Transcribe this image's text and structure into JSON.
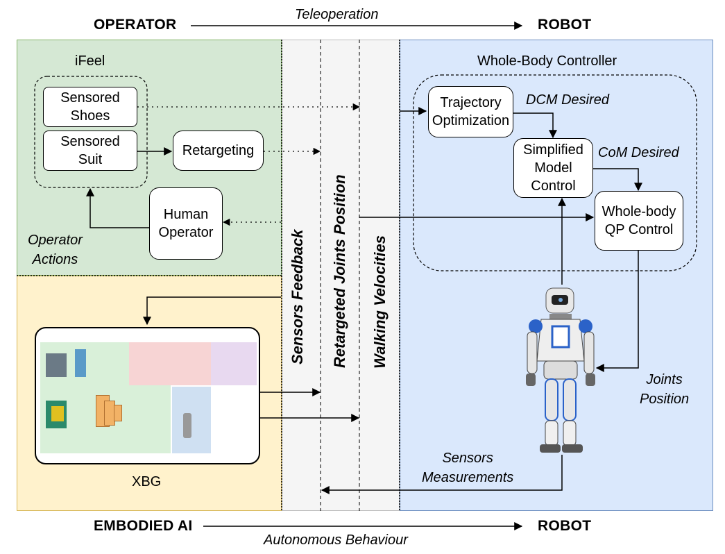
{
  "header": {
    "left": "OPERATOR",
    "middle": "Teleoperation",
    "right": "ROBOT"
  },
  "footer": {
    "left": "EMBODIED AI",
    "middle": "Autonomous Behaviour",
    "right": "ROBOT"
  },
  "ifeel": {
    "title": "iFeel",
    "sensored_shoes": "Sensored\nShoes",
    "sensored_suit": "Sensored\nSuit",
    "retargeting": "Retargeting",
    "human_operator": "Human\nOperator",
    "operator_actions": "Operator\nActions"
  },
  "channels": {
    "sensors_feedback": "Sensors Feedback",
    "retargeted_joints": "Retargeted Joints Position",
    "walking_velocities": "Walking Velocities"
  },
  "controller": {
    "title": "Whole-Body Controller",
    "trajectory": "Trajectory\nOptimization",
    "dcm": "DCM Desired",
    "simplified": "Simplified\nModel\nControl",
    "com": "CoM Desired",
    "qp": "Whole-body\nQP Control",
    "joints_position": "Joints\nPosition",
    "sensors_measurements": "Sensors\nMeasurements"
  },
  "xbg": {
    "label": "XBG"
  },
  "colors": {
    "green_region": "#d5e8d4",
    "yellow_region": "#fff2cc",
    "blue_region": "#dae8fc",
    "channel_gray": "#f5f5f5"
  }
}
